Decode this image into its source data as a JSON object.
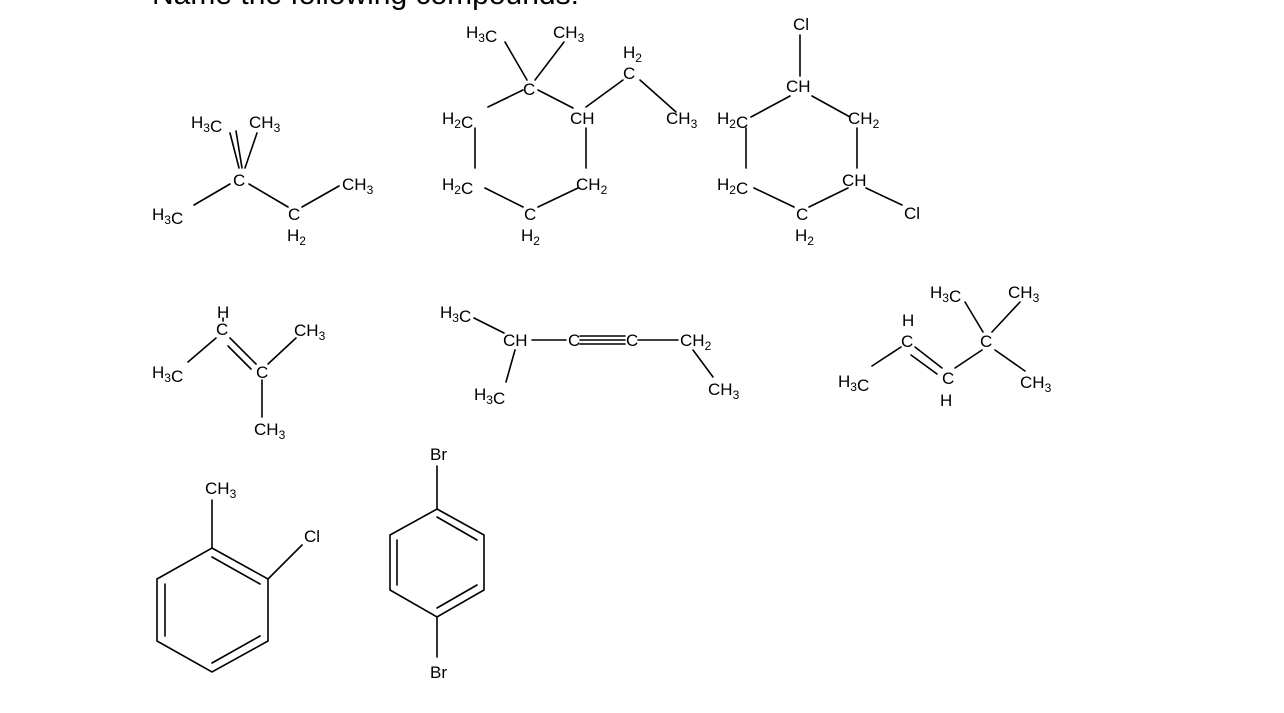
{
  "slide": {
    "title": "Name the following compounds:"
  },
  "structures": [
    {
      "id": "s1",
      "labels": [
        "H3C",
        "CH3",
        "C",
        "H3C",
        "C",
        "H2",
        "CH3"
      ]
    },
    {
      "id": "s2",
      "labels": [
        "H3C",
        "CH3",
        "C",
        "H2",
        "C",
        "CH",
        "CH3",
        "H2C",
        "H2C",
        "CH2",
        "C",
        "H2"
      ]
    },
    {
      "id": "s3",
      "labels": [
        "Cl",
        "CH",
        "H2C",
        "CH2",
        "H2C",
        "CH",
        "Cl",
        "C",
        "H2"
      ]
    },
    {
      "id": "s4",
      "labels": [
        "H",
        "C",
        "CH3",
        "H3C",
        "C",
        "CH3"
      ]
    },
    {
      "id": "s5",
      "labels": [
        "H3C",
        "CH",
        "C",
        "C",
        "CH2",
        "H3C",
        "CH3"
      ]
    },
    {
      "id": "s6",
      "labels": [
        "H3C",
        "CH3",
        "H",
        "C",
        "C",
        "H3C",
        "C",
        "H",
        "CH3"
      ]
    },
    {
      "id": "s7",
      "labels": [
        "CH3",
        "Cl"
      ]
    },
    {
      "id": "s8",
      "labels": [
        "Br",
        "Br"
      ]
    }
  ]
}
